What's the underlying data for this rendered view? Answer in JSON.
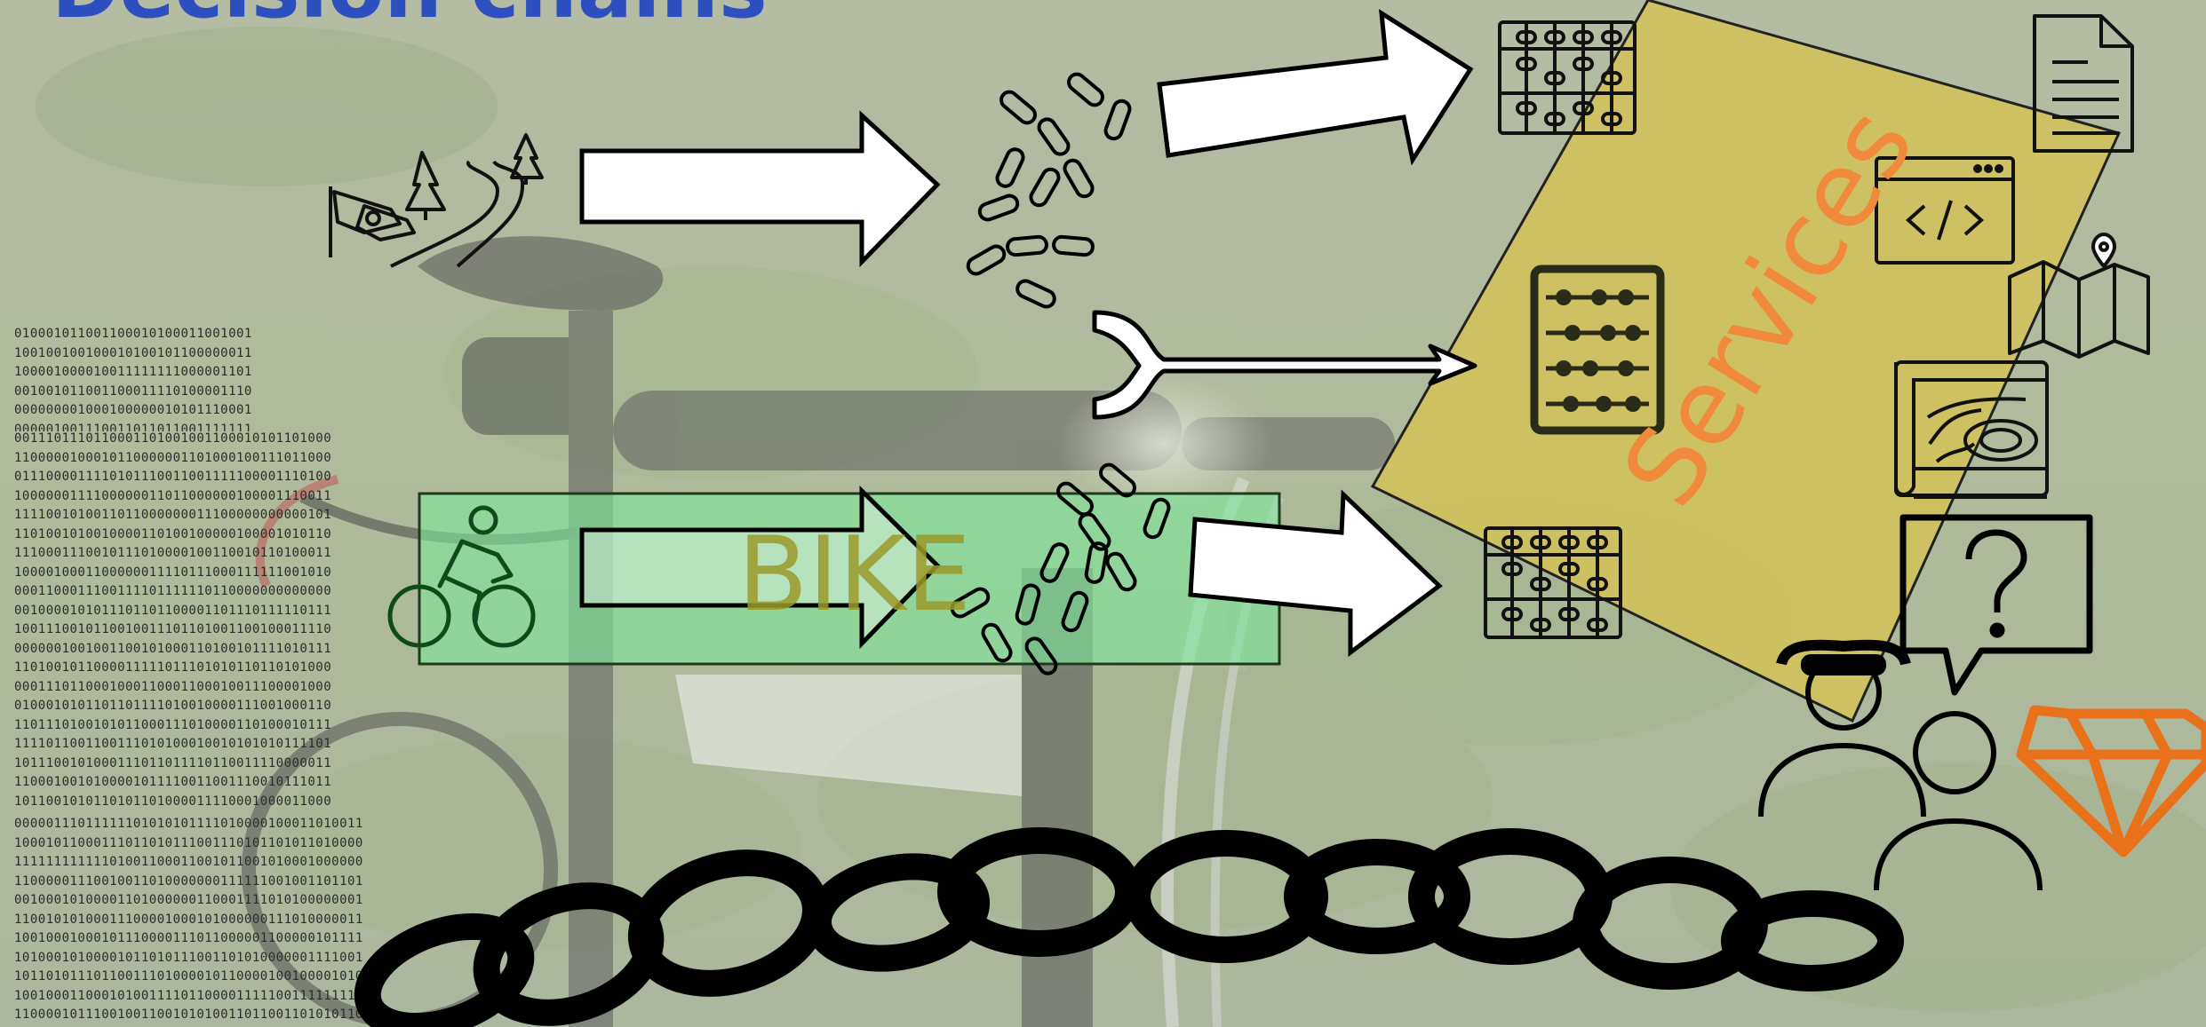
{
  "slide": {
    "title": "Decision chains",
    "bike_label": "BIKE",
    "services_label": "Services"
  },
  "icons": [
    "surveillance-camera-forest-road-icon",
    "data-pills-icon",
    "abacus-icon",
    "document-icon",
    "code-window-icon",
    "map-pin-icon",
    "terrain-map-icon",
    "question-speech-bubble-icon",
    "operator-with-headset-icon",
    "user-icon",
    "diamond-icon",
    "cyclist-icon",
    "fork-arrow-icon",
    "chain-icon",
    "binary-data-icon"
  ],
  "colors": {
    "title": "#2e4fbf",
    "bike_box": "#7fe39a",
    "services_box": "#cdbd5a",
    "services_text": "#f08a3a",
    "bike_text": "#9a9a2a",
    "diamond": "#e8711a"
  }
}
